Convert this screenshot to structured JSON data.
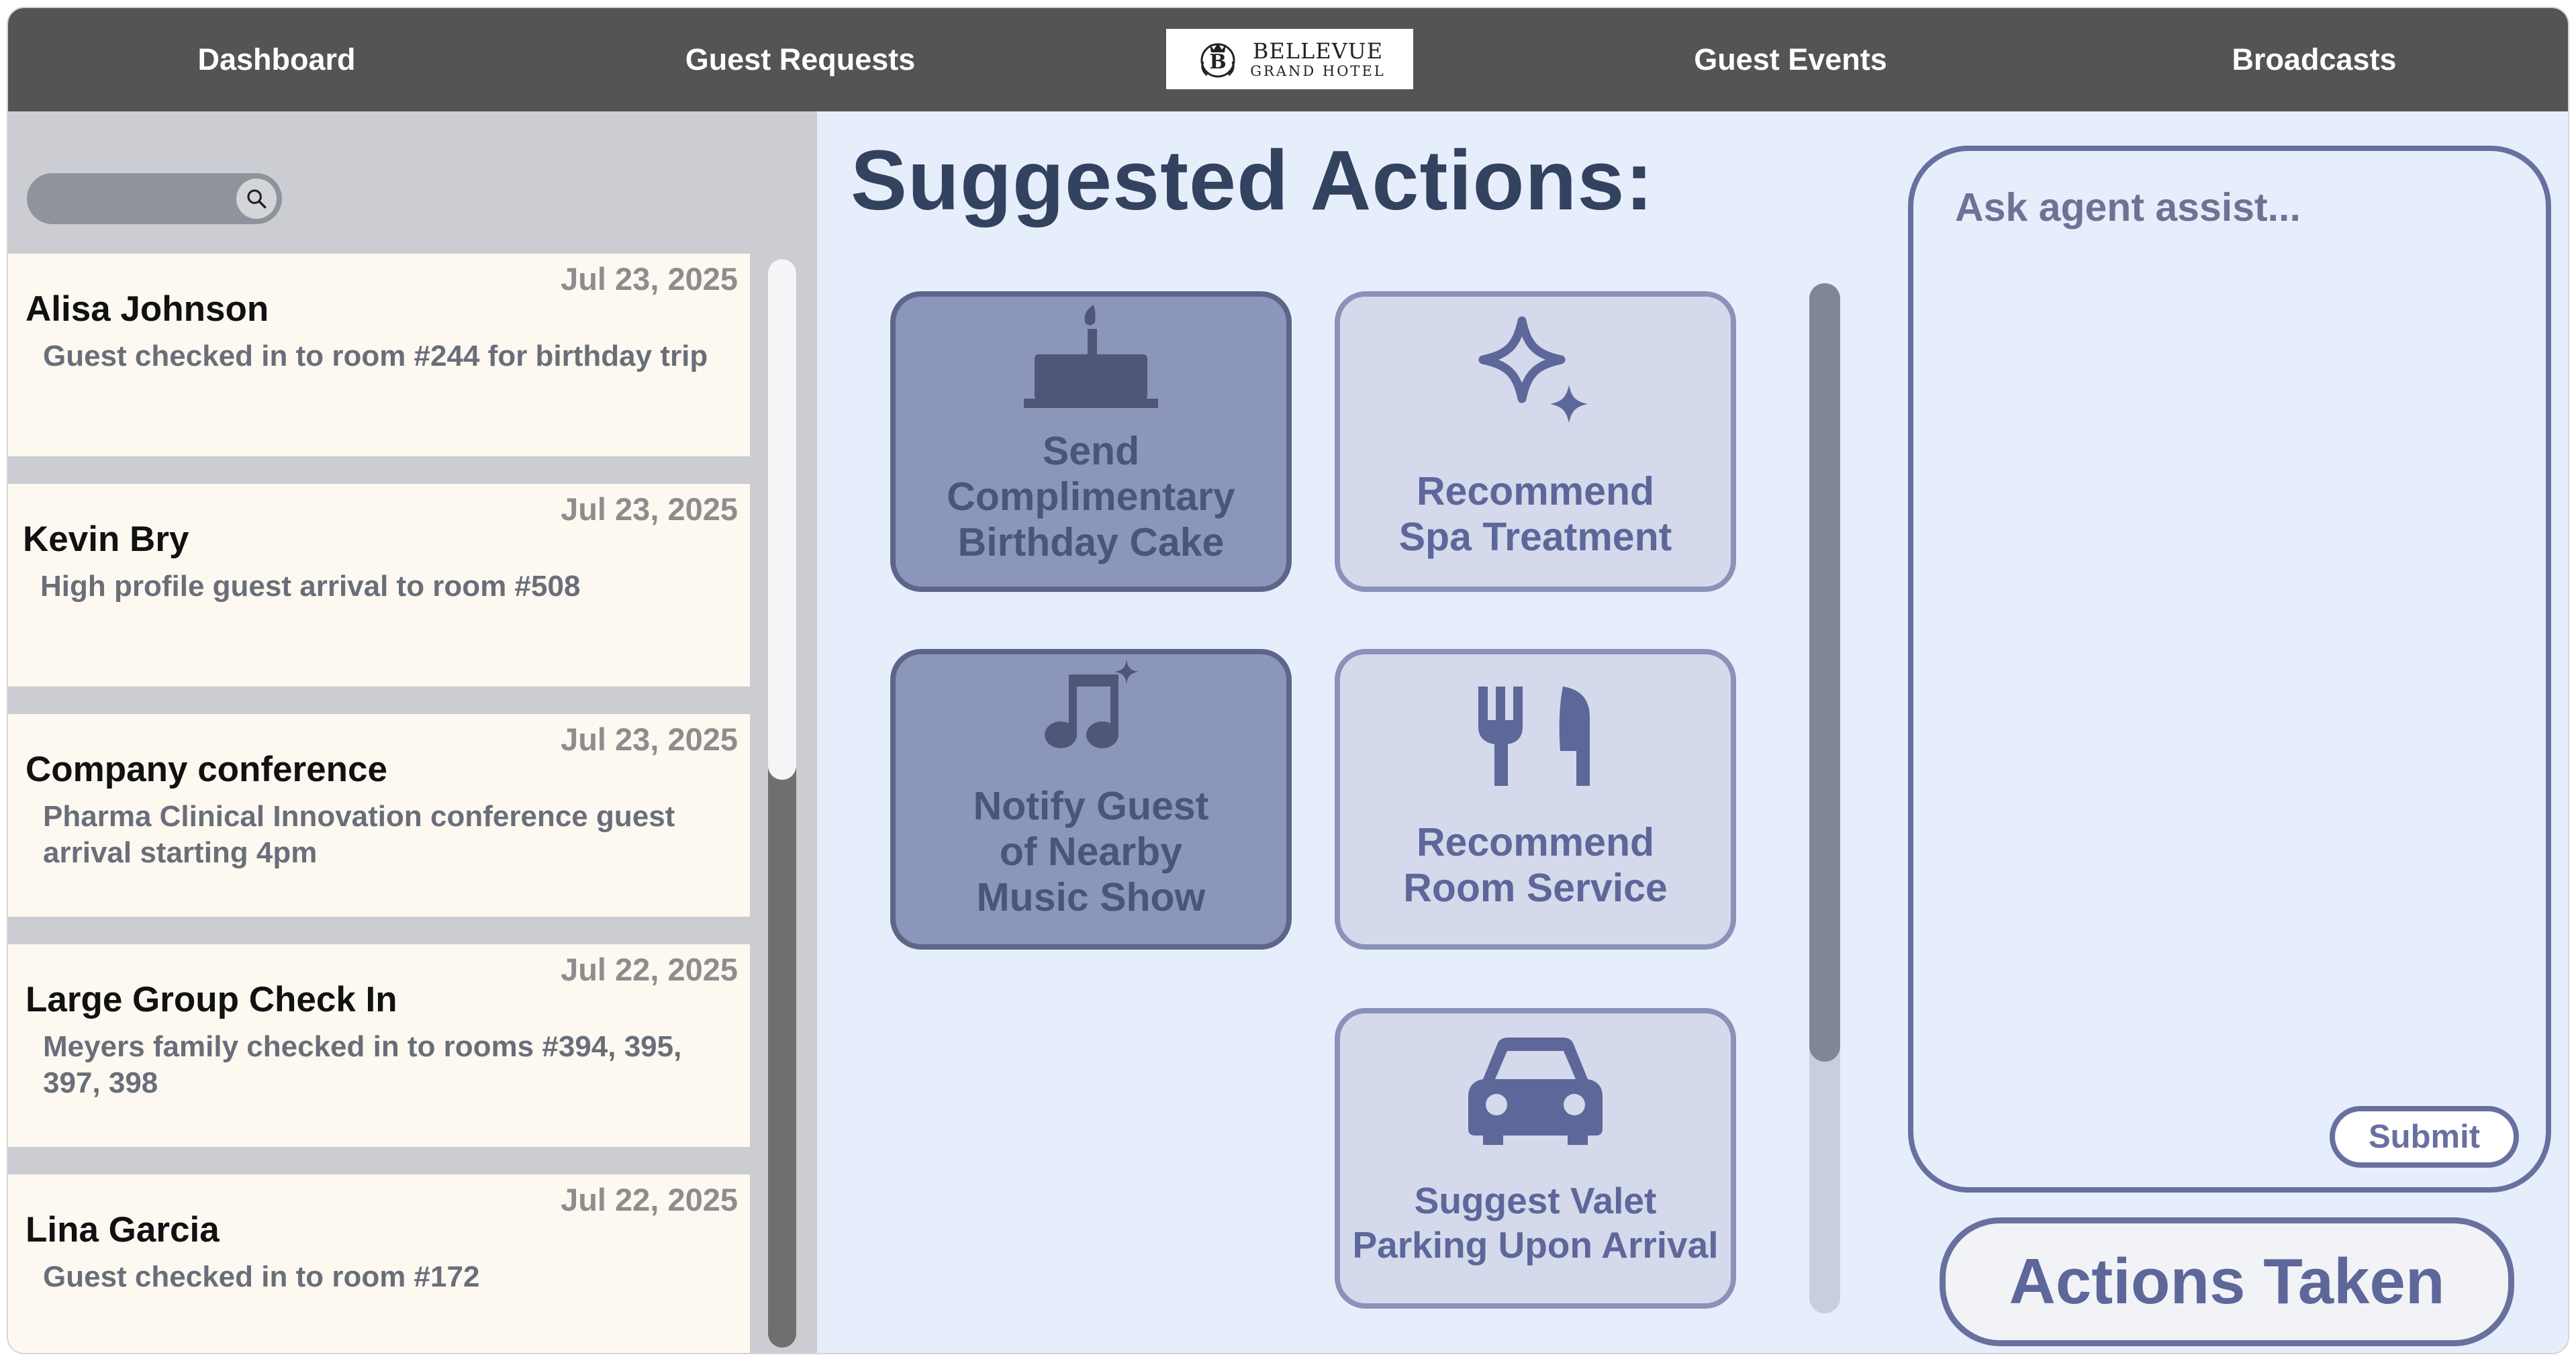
{
  "nav": {
    "items": [
      "Dashboard",
      "Guest Requests",
      "Guest Events",
      "Broadcasts"
    ],
    "logo": {
      "line1": "BELLEVUE",
      "line2": "GRAND HOTEL",
      "mark": "B"
    }
  },
  "sidebar": {
    "search_icon": "search-icon",
    "cards": [
      {
        "date": "Jul 23, 2025",
        "title": "Alisa Johnson",
        "desc": "Guest checked in to room #244 for birthday trip"
      },
      {
        "date": "Jul 23, 2025",
        "title": "Kevin Bry",
        "desc": "High profile guest arrival to room #508"
      },
      {
        "date": "Jul 23, 2025",
        "title": "Company conference",
        "desc": "Pharma Clinical Innovation conference guest arrival starting 4pm"
      },
      {
        "date": "Jul 22, 2025",
        "title": "Large Group Check In",
        "desc": "Meyers family checked in to rooms #394, 395, 397, 398"
      },
      {
        "date": "Jul 22, 2025",
        "title": "Lina Garcia",
        "desc": "Guest checked in to room #172"
      }
    ]
  },
  "main": {
    "title": "Suggested Actions:",
    "actions": [
      {
        "label": "Send\nComplimentary\nBirthday Cake",
        "icon": "cake-icon",
        "style": "dark"
      },
      {
        "label": "Recommend\nSpa Treatment",
        "icon": "sparkle-icon",
        "style": "light"
      },
      {
        "label": "Notify Guest\nof Nearby\nMusic Show",
        "icon": "music-note-icon",
        "style": "dark"
      },
      {
        "label": "Recommend\nRoom Service",
        "icon": "fork-knife-icon",
        "style": "light"
      },
      {
        "label": "Suggest Valet\nParking Upon Arrival",
        "icon": "car-icon",
        "style": "light"
      }
    ]
  },
  "assist": {
    "placeholder": "Ask agent assist...",
    "submit_label": "Submit"
  },
  "actions_taken_label": "Actions Taken",
  "colors": {
    "nav_bg": "#545454",
    "sidebar_bg": "#cbcdd2",
    "card_bg": "#fdf9f1",
    "main_bg": "#e6eefc",
    "accent": "#6870a0",
    "dark_tile": "#8c95ba",
    "light_tile": "#d4d9ec"
  }
}
